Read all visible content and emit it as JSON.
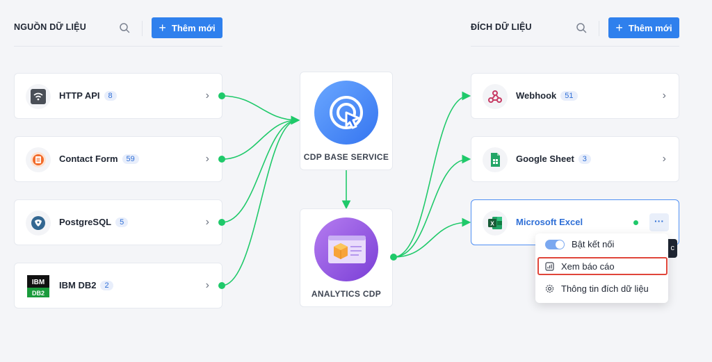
{
  "sources": {
    "title": "NGUỒN DỮ LIỆU",
    "add_label": "Thêm mới",
    "items": [
      {
        "name": "HTTP API",
        "count": "8",
        "icon": "wifi-icon"
      },
      {
        "name": "Contact Form",
        "count": "59",
        "icon": "form-icon"
      },
      {
        "name": "PostgreSQL",
        "count": "5",
        "icon": "postgresql-icon"
      },
      {
        "name": "IBM DB2",
        "count": "2",
        "icon": "ibm-db2-icon"
      }
    ]
  },
  "destinations": {
    "title": "ĐÍCH DỮ LIỆU",
    "add_label": "Thêm mới",
    "items": [
      {
        "name": "Webhook",
        "count": "51",
        "icon": "webhook-icon"
      },
      {
        "name": "Google Sheet",
        "count": "3",
        "icon": "google-sheet-icon"
      },
      {
        "name": "Microsoft Excel",
        "icon": "excel-icon"
      }
    ]
  },
  "hubs": {
    "base": {
      "label": "CDP BASE SERVICE"
    },
    "analytics": {
      "label": "ANALYTICS CDP"
    }
  },
  "menu": {
    "toggle_label": "Bật kết nối",
    "report_label": "Xem báo cáo",
    "info_label": "Thông tin đích dữ liệu"
  },
  "tooltip_tail": "c",
  "more_label": "···",
  "colors": {
    "accent": "#2f80ed",
    "connector": "#1fc96a",
    "highlight": "#e0453a"
  }
}
